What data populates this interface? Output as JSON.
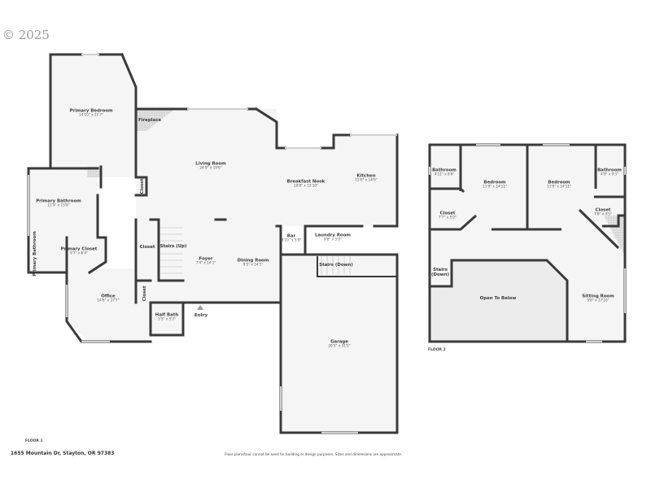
{
  "copyright": "© 2025",
  "address": "1655 Mountain Dr, Stayton, OR 97383",
  "disclaimer": "Floor plans/tour cannot be used for building or design purposes. Sizes and dimensions are approximate.",
  "colors": {
    "wall": "#3a3a3a",
    "floor": "#f5f5f5",
    "window": "#d8d8d8",
    "hatch": "#cfcfcf",
    "open_below": "#ececec"
  },
  "floor1": {
    "label": "FLOOR 1",
    "rooms": [
      {
        "name": "Primary Bedroom",
        "dims": "14'10\" x 21'7\""
      },
      {
        "name": "Fireplace",
        "dims": ""
      },
      {
        "name": "Living Room",
        "dims": "24'9\" x 19'6\""
      },
      {
        "name": "Breakfast Nook",
        "dims": "10'8\" x 12'10\""
      },
      {
        "name": "Kitchen",
        "dims": "15'6\" x 14'9\""
      },
      {
        "name": "Primary Bathroom",
        "dims": "12'0\" x 15'8\""
      },
      {
        "name": "Closet",
        "dims": ""
      },
      {
        "name": "Primary Closet",
        "dims": "9'7\" x 8'4\""
      },
      {
        "name": "Primary Bathroom",
        "dims": ""
      },
      {
        "name": "Closet",
        "dims": ""
      },
      {
        "name": "Stairs (Up)",
        "dims": ""
      },
      {
        "name": "Foyer",
        "dims": "7'4\" x 14'1\""
      },
      {
        "name": "Dining Room",
        "dims": "9'5\" x 14'1\""
      },
      {
        "name": "Bar",
        "dims": "4'10\" x 5'9\""
      },
      {
        "name": "Laundry Room",
        "dims": "9'8\" x 5'9\""
      },
      {
        "name": "Stairs (Down)",
        "dims": ""
      },
      {
        "name": "Office",
        "dims": "14'6\" x 17'7\""
      },
      {
        "name": "Closet",
        "dims": ""
      },
      {
        "name": "Half Bath",
        "dims": "5'5\" x 5'3\""
      },
      {
        "name": "Entry",
        "dims": ""
      },
      {
        "name": "Garage",
        "dims": "20'3\" x 31'5\""
      }
    ]
  },
  "floor2": {
    "label": "FLOOR 2",
    "rooms": [
      {
        "name": "Bathroom",
        "dims": "4'11\" x 9'6\""
      },
      {
        "name": "Bedroom",
        "dims": "11'9\" x 14'11\""
      },
      {
        "name": "Bedroom",
        "dims": "11'9\" x 14'11\""
      },
      {
        "name": "Bathroom",
        "dims": "4'9\" x 9'3\""
      },
      {
        "name": "Closet",
        "dims": "7'7\" x 5'0\""
      },
      {
        "name": "Closet",
        "dims": "7'8\" x 4'5\""
      },
      {
        "name": "Stairs (Down)",
        "dims": ""
      },
      {
        "name": "Open To Below",
        "dims": ""
      },
      {
        "name": "Sitting Room",
        "dims": "9'8\" x 17'10\""
      }
    ]
  }
}
